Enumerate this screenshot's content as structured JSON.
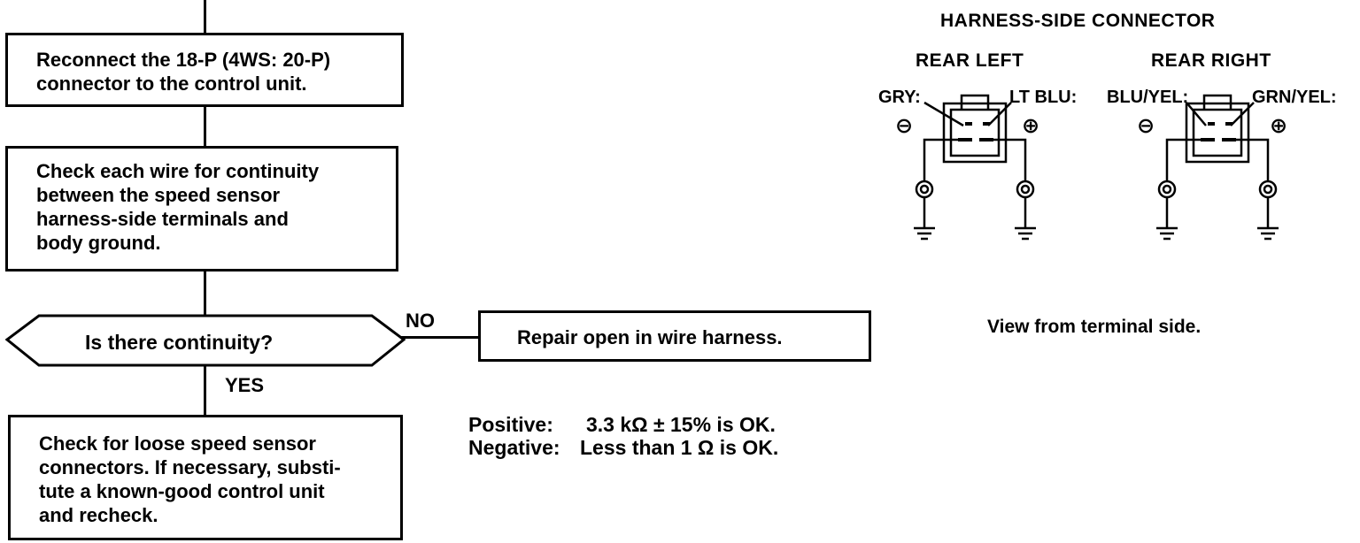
{
  "flowchart": {
    "step1": {
      "line1": "Reconnect the 18-P (4WS: 20-P)",
      "line2": "connector to the control unit."
    },
    "step2": {
      "line1": "Check each wire for continuity",
      "line2": "between the speed sensor",
      "line3": "harness-side terminals and",
      "line4": "body ground."
    },
    "decision": {
      "question": "Is  there  continuity?",
      "no_label": "NO",
      "yes_label": "YES"
    },
    "no_result": "Repair open in wire harness.",
    "yes_result": {
      "line1": "Check for loose speed sensor",
      "line2": "connectors. If necessary, substi-",
      "line3": "tute a known-good control unit",
      "line4": "and recheck."
    }
  },
  "spec": {
    "positive_label": "Positive:",
    "positive_value": "3.3 kΩ ± 15% is OK.",
    "negative_label": "Negative:",
    "negative_value": "Less than 1 Ω is OK."
  },
  "connector": {
    "title": "HARNESS-SIDE CONNECTOR",
    "left": {
      "title": "REAR LEFT",
      "neg_wire": "GRY:",
      "pos_wire": "LT BLU:"
    },
    "right": {
      "title": "REAR RIGHT",
      "neg_wire": "BLU/YEL:",
      "pos_wire": "GRN/YEL:"
    },
    "neg_symbol": "⊖",
    "pos_symbol": "⊕",
    "caption": "View from terminal side."
  }
}
